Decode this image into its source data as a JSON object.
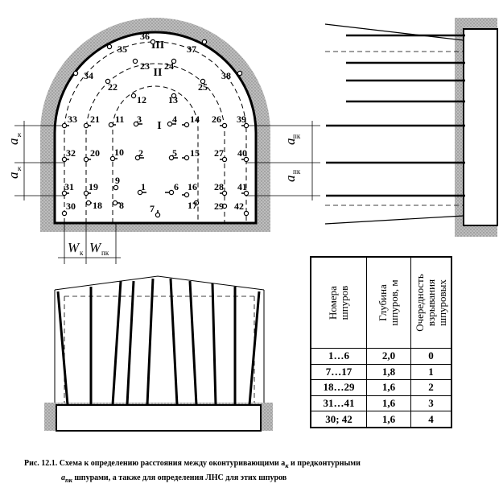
{
  "holes": [
    "1",
    "2",
    "3",
    "4",
    "5",
    "6",
    "7",
    "8",
    "9",
    "10",
    "11",
    "12",
    "13",
    "14",
    "15",
    "16",
    "17",
    "18",
    "19",
    "20",
    "21",
    "22",
    "23",
    "24",
    "25",
    "26",
    "27",
    "28",
    "29",
    "30",
    "31",
    "32",
    "33",
    "34",
    "35",
    "36",
    "37",
    "38",
    "39",
    "40",
    "41",
    "42"
  ],
  "zones": {
    "z1": "I",
    "z2": "II",
    "z3": "III"
  },
  "dims": {
    "a": "a",
    "k": "к",
    "pk": "пк",
    "w": "W"
  },
  "table": {
    "headers": [
      "Номера шпуров",
      "Глубина шпуров, м",
      "Очередность взрывания шпуровых"
    ],
    "rows": [
      {
        "nums": "1…6",
        "depth": "2,0",
        "order": "0"
      },
      {
        "nums": "7…17",
        "depth": "1,8",
        "order": "1"
      },
      {
        "nums": "18…29",
        "depth": "1,6",
        "order": "2"
      },
      {
        "nums": "31…41",
        "depth": "1,6",
        "order": "3"
      },
      {
        "nums": "30; 42",
        "depth": "1,6",
        "order": "4"
      }
    ]
  },
  "caption": {
    "line1": "Рис. 12.1. Схема к определению расстояния между оконтуривающими a",
    "line1_sub": "к",
    "line1_tail": " и предконтурными",
    "line2": "a",
    "line2_sub": "пк",
    "line2_tail": " шпурами, а также для определения ЛНС для этих шпуров"
  }
}
